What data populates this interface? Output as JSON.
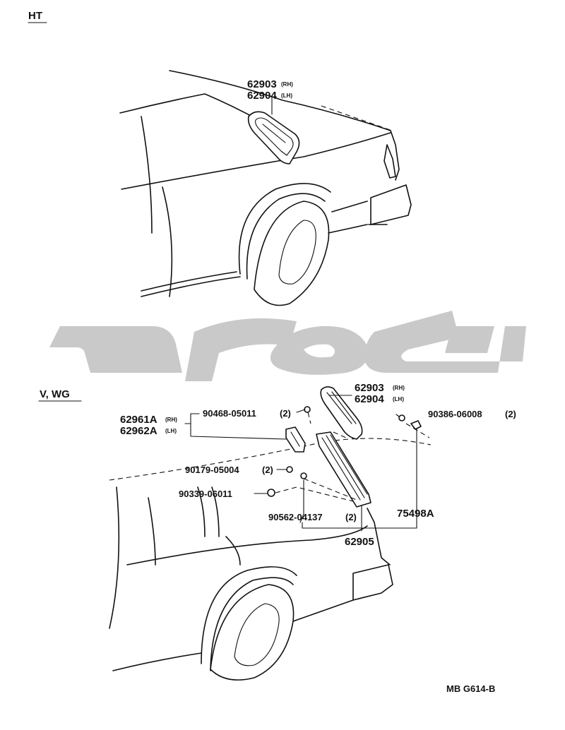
{
  "sections": {
    "ht": "HT",
    "vwg": "V, WG"
  },
  "ht_labels": {
    "p1_num": "62903",
    "p1_side": "(RH)",
    "p2_num": "62904",
    "p2_side": "(LH)"
  },
  "vwg_labels": {
    "a_num": "62903",
    "a_side": "(RH)",
    "b_num": "62904",
    "b_side": "(LH)",
    "c_num": "62961A",
    "c_side": "(RH)",
    "d_num": "62962A",
    "d_side": "(LH)",
    "bolt1": "90468-05011",
    "bolt1_qty": "(2)",
    "bolt2": "90386-06008",
    "bolt2_qty": "(2)",
    "bolt3": "90179-05004",
    "bolt3_qty": "(2)",
    "bolt4": "90339-06011",
    "bolt5": "90562-04137",
    "bolt5_qty": "(2)",
    "part_75498": "75498A",
    "part_62905": "62905"
  },
  "figure_code": "MB G614-B",
  "watermark_color": "#c9c9c9"
}
